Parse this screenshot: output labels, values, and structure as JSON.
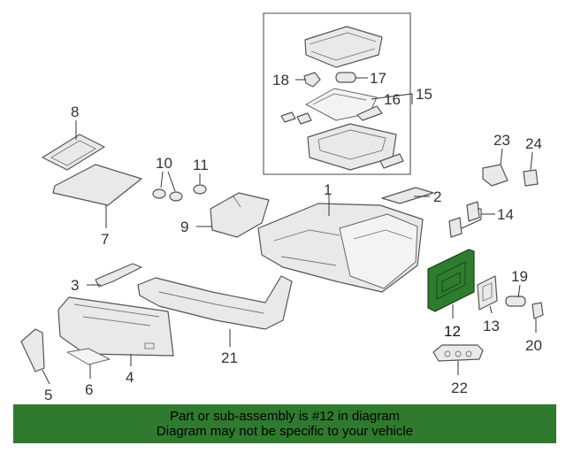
{
  "callouts": {
    "c1": "1",
    "c2": "2",
    "c3": "3",
    "c4": "4",
    "c5": "5",
    "c6": "6",
    "c7": "7",
    "c8": "8",
    "c9": "9",
    "c10": "10",
    "c11": "11",
    "c12": "12",
    "c13": "13",
    "c14": "14",
    "c15": "15",
    "c16": "16",
    "c17": "17",
    "c18": "18",
    "c19": "19",
    "c20": "20",
    "c21": "21",
    "c22": "22",
    "c23": "23",
    "c24": "24"
  },
  "highlight": {
    "part": "12",
    "color": "#2e7d2e"
  },
  "banner": {
    "color": "#2f7a2f",
    "line1": "Part or sub-assembly is #12 in diagram",
    "line2": "Diagram may not be specific to your vehicle"
  }
}
